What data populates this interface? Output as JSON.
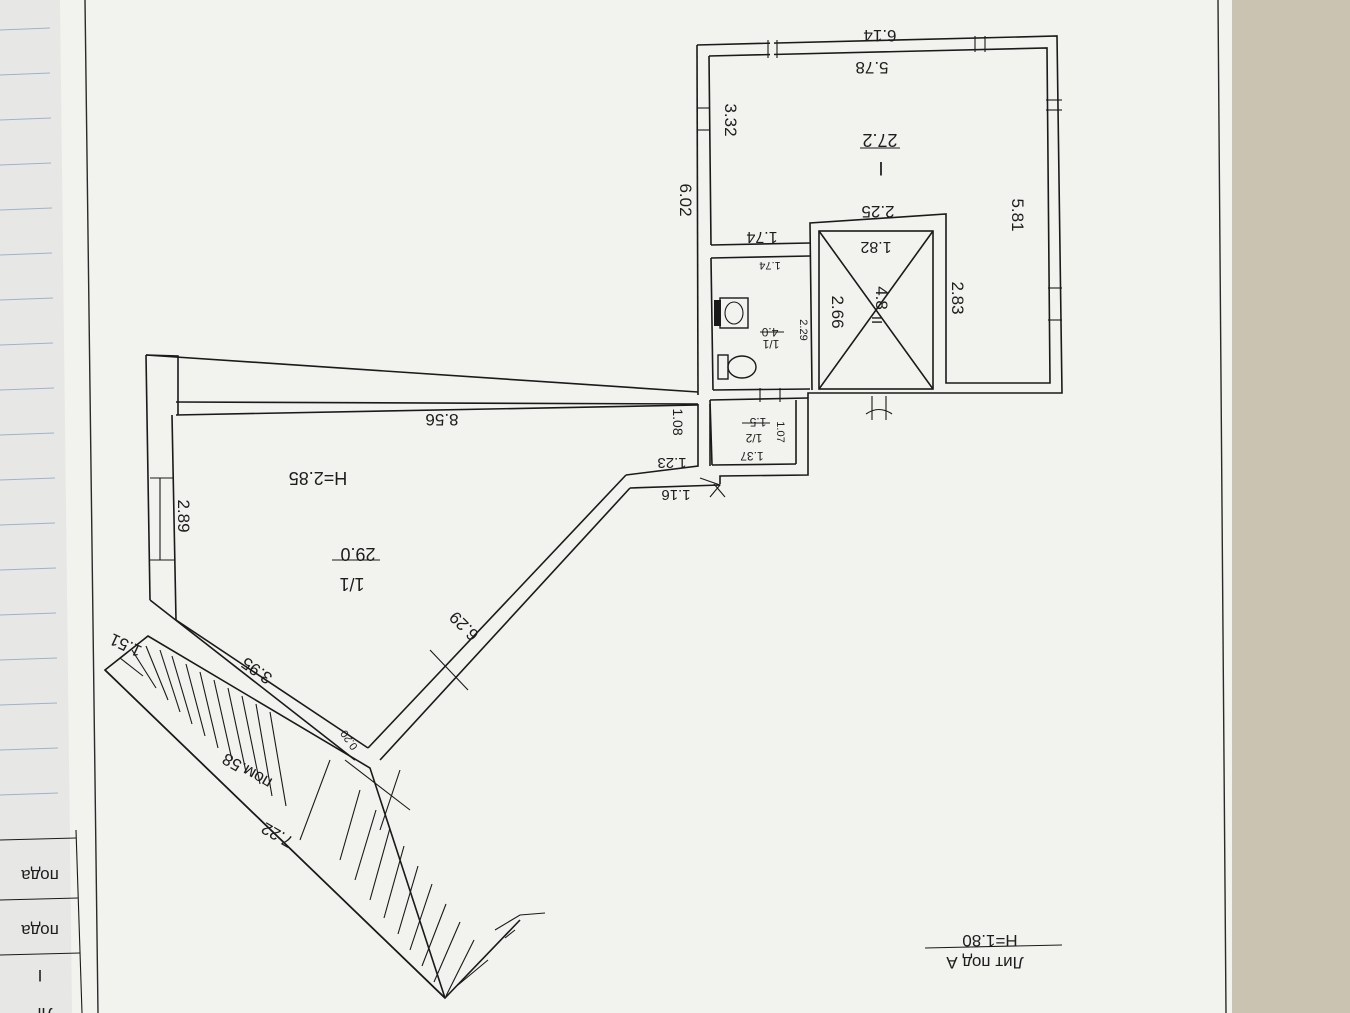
{
  "plan": {
    "title_block": {
      "label": "Лит под А",
      "height": "H=1.80"
    },
    "side_stamp": {
      "col1": "Лі",
      "col2": "I",
      "col3": "пода",
      "col4": "пода"
    },
    "rooms": {
      "room_I": {
        "number": "I",
        "area": "27.2"
      },
      "room_II": {
        "number": "II",
        "area": "4.8"
      },
      "room_1_1_wc": {
        "number": "1/1",
        "area": "4.0"
      },
      "room_1_2": {
        "number": "1/2",
        "area": "1.5"
      },
      "room_main": {
        "number": "1/1",
        "area": "29.0",
        "height": "H=2.85"
      },
      "stair": {
        "label": "пом.58"
      }
    },
    "dimensions": {
      "d_614": "6.14",
      "d_578": "5.78",
      "d_332": "3.32",
      "d_602": "6.02",
      "d_581": "5.81",
      "d_225": "2.25",
      "d_174": "1.74",
      "d_174b": "1.74",
      "d_182": "1.82",
      "d_266": "2.66",
      "d_283": "2.83",
      "d_229": "2.29",
      "d_856": "8.56",
      "d_108": "1.08",
      "d_107": "1.07",
      "d_123": "1.23",
      "d_137": "1.37",
      "d_116": "1.16",
      "d_289": "2.89",
      "d_629": "6.29",
      "d_151": "1.51",
      "d_395": "3.95",
      "d_020": "0.20",
      "d_722": "7.22"
    }
  }
}
